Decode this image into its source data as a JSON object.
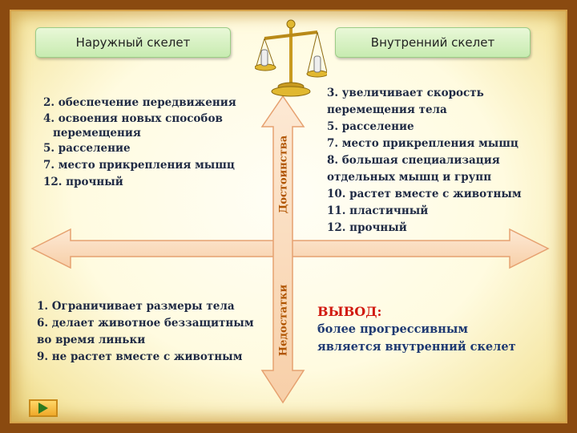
{
  "headers": {
    "exo": "Наружный скелет",
    "endo": "Внутренний скелет"
  },
  "axis_labels": {
    "advantages": "Достоинства",
    "disadvantages": "Недостатки"
  },
  "exo_advantages": [
    "2. обеспечение передвижения",
    "4. освоения новых способов",
    "перемещения",
    "5. расселение",
    "7. место прикрепления мышц",
    "12. прочный"
  ],
  "endo_advantages": [
    "3. увеличивает скорость",
    "перемещения тела",
    "5. расселение",
    "7. место прикрепления мышц",
    "8. большая специализация",
    "отдельных мышц и групп",
    "10. растет вместе с животным",
    "11. пластичный",
    "12.  прочный"
  ],
  "exo_disadvantages": [
    "1. Ограничивает размеры тела",
    "6. делает животное беззащитным",
    "во время линьки",
    "9. не растет вместе с животным"
  ],
  "conclusion": {
    "title": "ВЫВОД:",
    "line1": "более прогрессивным",
    "line2": "является внутренний скелет"
  },
  "icons": {
    "scales": "scales-of-justice-icon",
    "nav": "play-arrow-icon"
  },
  "colors": {
    "arrow_fill": "#fbe2c8",
    "arrow_stroke": "#e8a878",
    "header_fill": "#d4f0c0",
    "text": "#1f2a44",
    "axis_label": "#b05400",
    "conclusion_title": "#d11a10",
    "conclusion_text": "#1f3a72"
  }
}
